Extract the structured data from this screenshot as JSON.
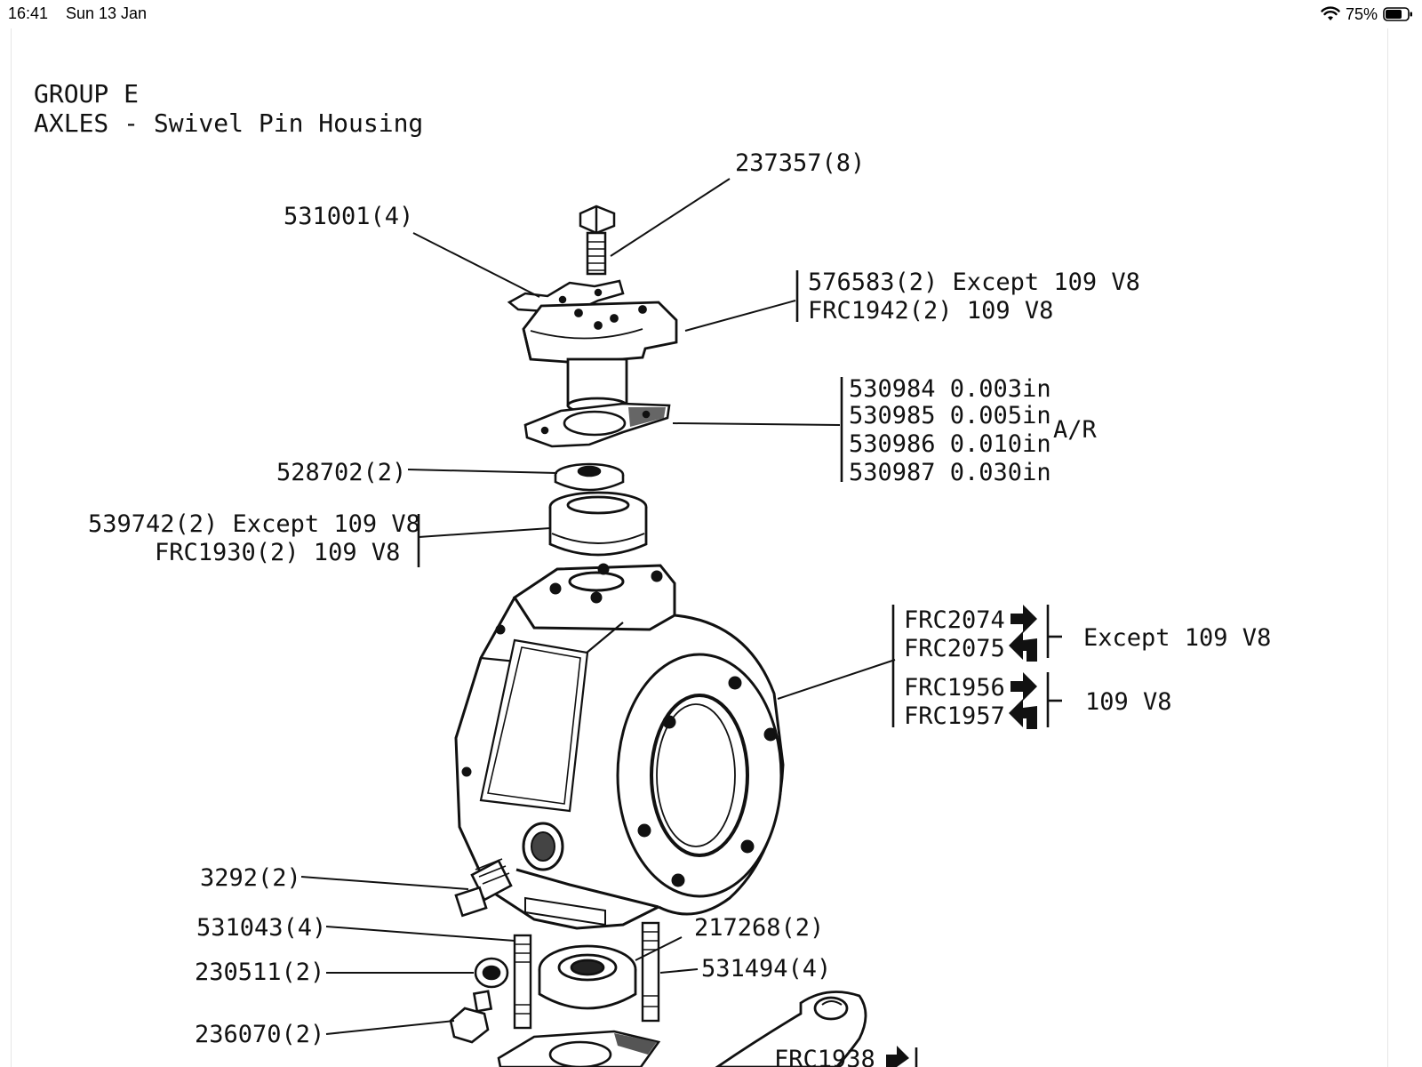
{
  "status_bar": {
    "time": "16:41",
    "date": "Sun 13 Jan",
    "battery_percent": "75%",
    "battery_level": 0.75,
    "icons": [
      "wifi-icon",
      "battery-icon"
    ]
  },
  "title": {
    "line1": "GROUP E",
    "line2": "AXLES - Swivel Pin Housing"
  },
  "labels": {
    "p237357": "237357(8)",
    "p531001": "531001(4)",
    "p576583": "576583(2) Except 109 V8",
    "frc1942": "FRC1942(2) 109 V8",
    "s530984": "530984 0.003in",
    "s530985": "530985 0.005in",
    "s530986": "530986 0.010in",
    "s530987": "530987 0.030in",
    "ar": "A/R",
    "p528702": "528702(2)",
    "p539742": "539742(2) Except 109 V8",
    "frc1930": "FRC1930(2)  109 V8",
    "frc2074": "FRC2074",
    "frc2075": "FRC2075",
    "except109": "Except 109 V8",
    "frc1956": "FRC1956",
    "frc1957": "FRC1957",
    "v8": "109 V8",
    "p3292": "3292(2)",
    "p531043": "531043(4)",
    "p217268": "217268(2)",
    "p230511": "230511(2)",
    "p531494": "531494(4)",
    "p236070": "236070(2)",
    "frc1938": "FRC1938"
  }
}
